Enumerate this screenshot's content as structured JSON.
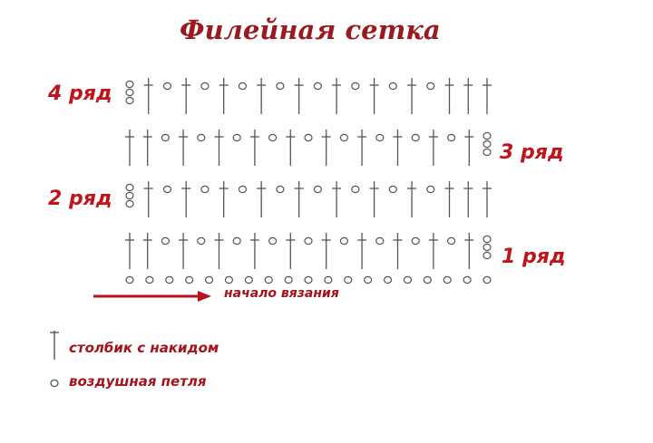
{
  "title": "Филейная сетка",
  "rows": [
    {
      "label": "4 ряд",
      "pattern": "OTOTOTOTOTOTOTOTOTTT"
    },
    {
      "label": "3 ряд",
      "pattern": "TTOTOTOTOTOTOTOTOTOTO"
    },
    {
      "label": "2 ряд",
      "pattern": "OTOTOTOTOTOTOTOTOTTT"
    },
    {
      "label": "1 ряд",
      "pattern": "TTOTOTOTOTOTOTOTOTOTO"
    }
  ],
  "foundation_chain_count": 19,
  "start_label": "начало вязания",
  "legend": {
    "dc": "столбик с накидом",
    "chain": "воздушная петля"
  },
  "colors": {
    "title": "#9b1a20",
    "label": "#c0141b",
    "arrow": "#b5121b",
    "symbol": "#555555"
  }
}
